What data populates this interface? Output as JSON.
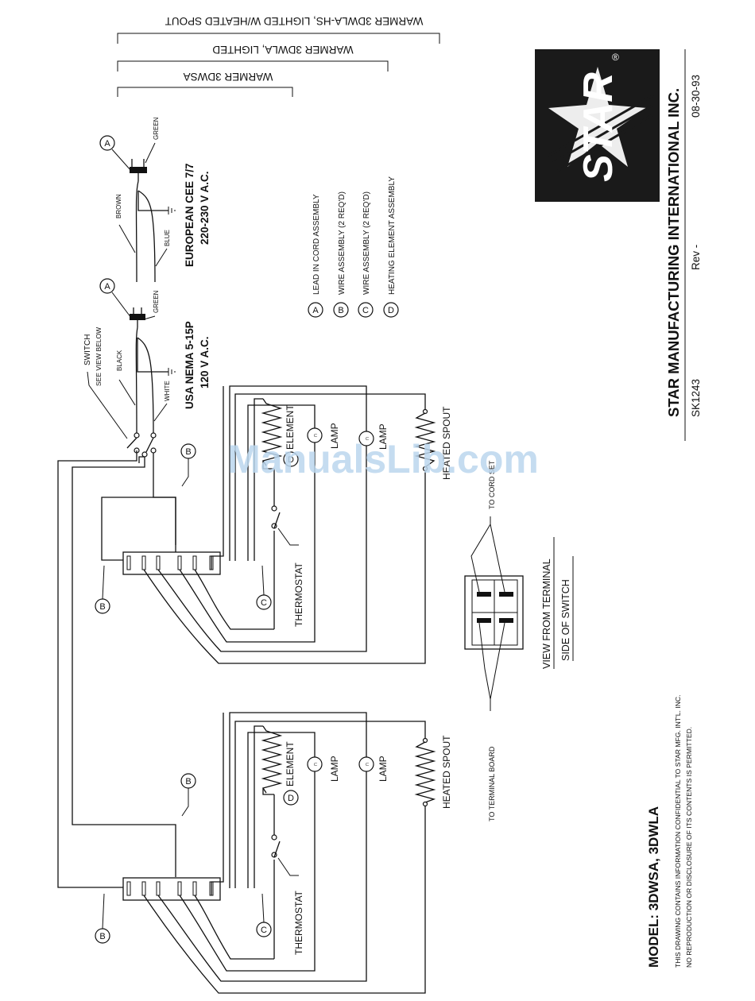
{
  "model": {
    "title": "MODEL: 3DWSA, 3DWLA",
    "confidential_1": "THIS DRAWING CONTAINS INFORMATION CONFIDENTIAL TO STAR MFG. INT'L. INC.",
    "confidential_2": "NO REPRODUCTION OR DISCLOSURE OF ITS CONTENTS IS PERMITTED."
  },
  "company": {
    "name": "STAR MANUFACTURING INTERNATIONAL INC.",
    "drawing_no": "SK1243",
    "rev": "Rev -",
    "date": "08-30-93",
    "logo_text": "STAR",
    "registered": "®",
    "logo_bg": "#1a1a1a"
  },
  "headers": {
    "h1": "WARMER 3DWLA-HS, LIGHTED W/HEATED SPOUT",
    "h2": "WARMER 3DWLA, LIGHTED",
    "h3": "WARMER 3DWSA"
  },
  "legend": [
    {
      "letter": "A",
      "text": "LEAD IN CORD ASSEMBLY"
    },
    {
      "letter": "B",
      "text": "WIRE ASSEMBLY (2 REQ'D)"
    },
    {
      "letter": "C",
      "text": "WIRE ASSEMBLY (2 REQ'D)"
    },
    {
      "letter": "D",
      "text": "HEATING ELEMENT ASSEMBLY"
    }
  ],
  "cords": {
    "euro_title": "EUROPEAN CEE 7/7",
    "euro_voltage": "220-230 V A.C.",
    "usa_title": "USA NEMA 5-15P",
    "usa_voltage": "120 V A.C.",
    "brown": "BROWN",
    "blue": "BLUE",
    "green": "GREEN",
    "black": "BLACK",
    "white": "WHITE",
    "switch": "SWITCH",
    "see_view": "SEE VIEW BELOW"
  },
  "circuit": {
    "element": "ELEMENT",
    "lamp": "LAMP",
    "heated_spout": "HEATED SPOUT",
    "thermostat": "THERMOSTAT"
  },
  "switch_view": {
    "line1": "VIEW FROM TERMINAL",
    "line2": "SIDE OF SWITCH",
    "to_cord_set": "TO CORD SET",
    "to_terminal_board": "TO TERMINAL BOARD"
  },
  "callouts": {
    "a": "A",
    "b": "B",
    "c": "C",
    "d": "D"
  },
  "watermark": {
    "text": "ManualsLib.com",
    "color": "#bcd7ee"
  }
}
